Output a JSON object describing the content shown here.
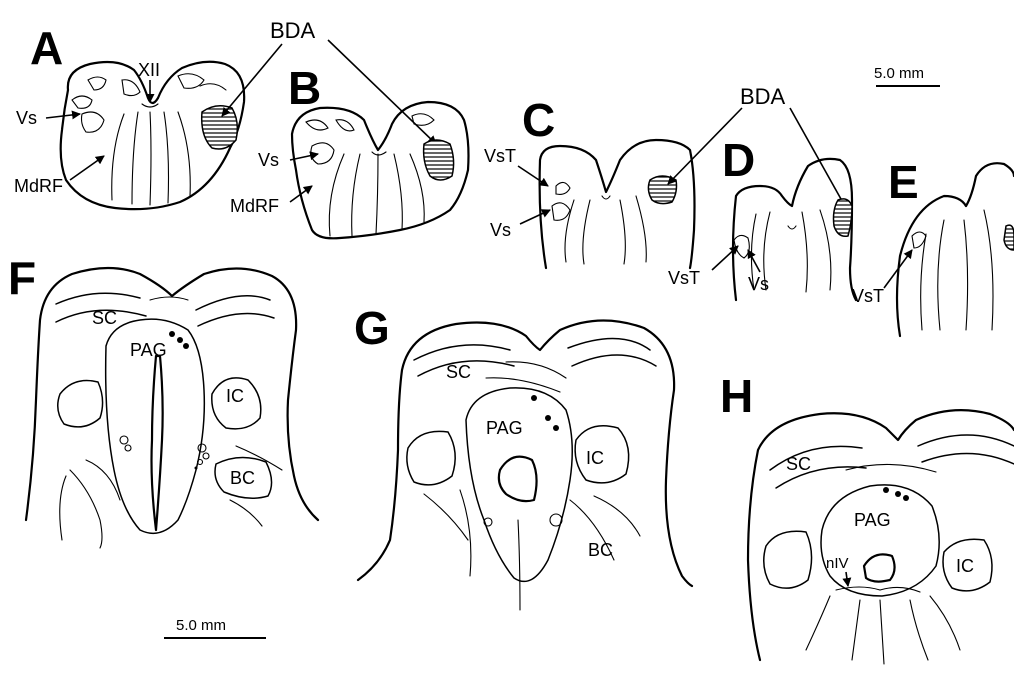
{
  "panels": [
    "A",
    "B",
    "C",
    "D",
    "E",
    "F",
    "G",
    "H"
  ],
  "labels": {
    "bda": "BDA",
    "xii": "XII",
    "vs": "Vs",
    "vst": "VsT",
    "mdrf": "MdRF",
    "sc": "SC",
    "pag": "PAG",
    "ic": "IC",
    "bc": "BC",
    "niv": "nIV"
  },
  "scale_bars": {
    "top": "5.0 mm",
    "bottom": "5.0 mm"
  }
}
